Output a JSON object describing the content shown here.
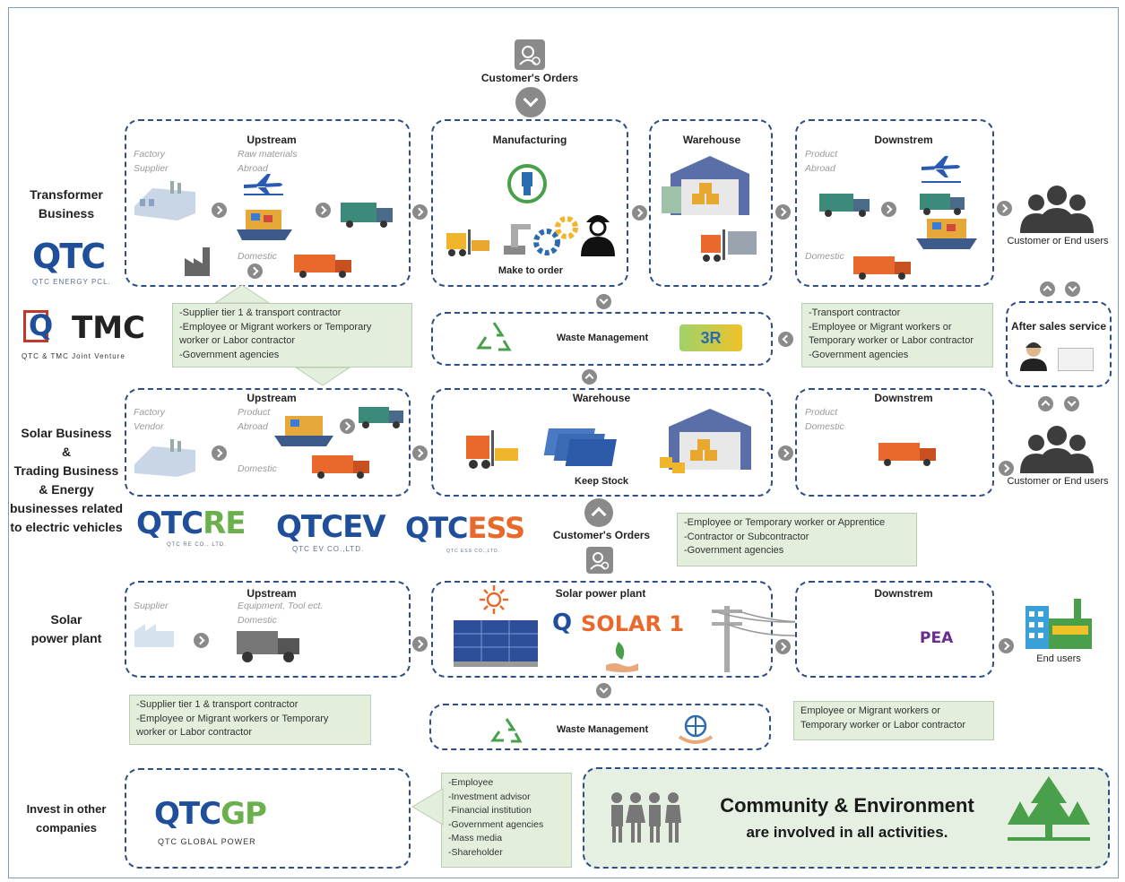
{
  "top_orders_label": "Customer's Orders",
  "mid_orders_label": "Customer's Orders",
  "business": {
    "transformer": [
      "Transformer",
      "Business"
    ],
    "solar_trading": [
      "Solar Business",
      "&",
      "Trading Business",
      "& Energy",
      "businesses related",
      "to electric vehicles"
    ],
    "solar_plant": [
      "Solar",
      "power plant"
    ],
    "invest": [
      "Invest in other",
      "companies"
    ]
  },
  "logos": {
    "qtc_sub": "QTC ENERGY PCL.",
    "tmc_main": "TMC",
    "tmc_sub": "QTC & TMC Joint Venture",
    "qtcre_sub": "QTC RE CO., LTD.",
    "qtcev_sub": "QTC EV CO.,LTD.",
    "qtcess_sub": "QTC ESS CO.,LTD.",
    "solar1": "SOLAR 1",
    "qtcgp_sub": "QTC GLOBAL POWER",
    "pea": "PEA"
  },
  "row1": {
    "upstream_title": "Upstream",
    "factory_supplier": [
      "Factory",
      "Supplier"
    ],
    "raw_materials": [
      "Raw materials",
      "Abroad"
    ],
    "domestic": "Domestic",
    "manufacturing_title": "Manufacturing",
    "make_to_order": "Make to order",
    "warehouse_title": "Warehouse",
    "downstream_title": "Downstrem",
    "product_abroad": [
      "Product",
      "Abroad"
    ],
    "domestic2": "Domestic",
    "customer": "Customer or End users",
    "waste": "Waste Management",
    "after_sales": "After sales service"
  },
  "row2": {
    "upstream_title": "Upstream",
    "factory_vendor": [
      "Factory",
      "Vendor"
    ],
    "product_abroad": [
      "Product",
      "Abroad"
    ],
    "domestic": "Domestic",
    "warehouse_title": "Warehouse",
    "keep_stock": "Keep Stock",
    "downstream_title": "Downstrem",
    "product_domestic": [
      "Product",
      "Domestic"
    ],
    "customer": "Customer or End users"
  },
  "row3": {
    "upstream_title": "Upstream",
    "supplier": "Supplier",
    "equipment": [
      "Equipment, Tool ect.",
      "Domestic"
    ],
    "plant_title": "Solar power plant",
    "downstream_title": "Downstrem",
    "end_users": "End users",
    "waste": "Waste Management"
  },
  "notes": {
    "n1": [
      "-Supplier tier 1 & transport contractor",
      "-Employee or Migrant workers or Temporary",
      "worker or Labor contractor",
      "-Government agencies"
    ],
    "n2": [
      "-Transport contractor",
      "-Employee or Migrant workers or",
      "Temporary worker or Labor contractor",
      "-Government agencies"
    ],
    "n3": [
      "-Employee or Temporary worker or Apprentice",
      "-Contractor or Subcontractor",
      "-Government agencies"
    ],
    "n4": [
      "-Supplier tier 1 & transport contractor",
      "-Employee or Migrant workers or Temporary",
      "worker or Labor contractor"
    ],
    "n5": [
      "Employee or Migrant workers or",
      "Temporary worker or Labor contractor"
    ],
    "n6": [
      "-Employee",
      "-Investment advisor",
      "-Financial institution",
      "-Government agencies",
      "-Mass media",
      "-Shareholder"
    ]
  },
  "community": {
    "title": "Community & Environment",
    "subtitle": "are involved in all activities."
  },
  "colors": {
    "navy": "#2d4f83",
    "qtc_blue": "#1f4e9a",
    "orange": "#e8692b",
    "green": "#6ab04c",
    "note_bg": "#e3eedc",
    "pea_purple": "#6b2c91"
  }
}
